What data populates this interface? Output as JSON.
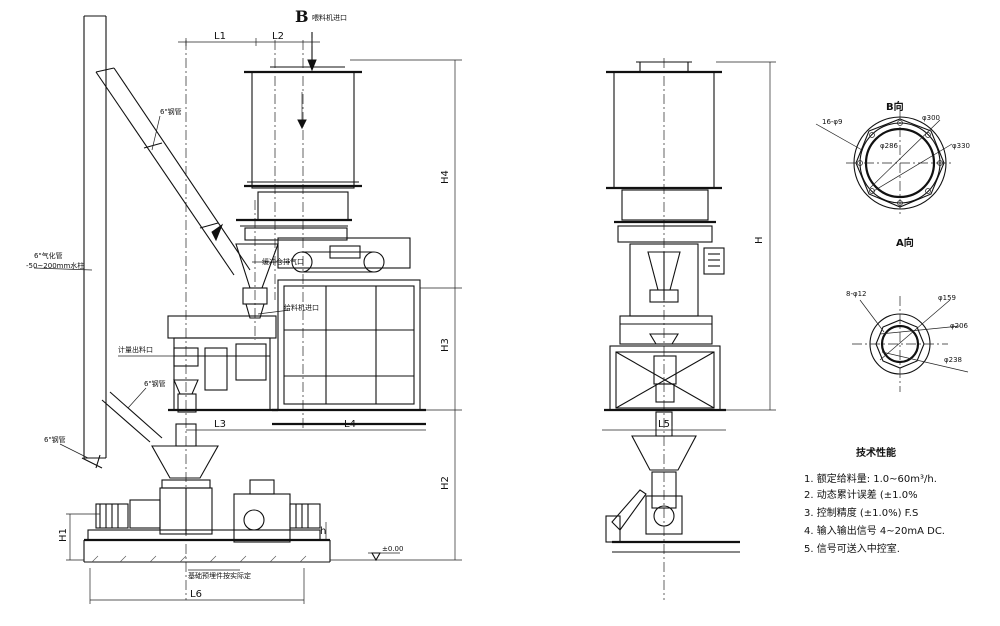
{
  "view_b_feed_label": "B",
  "view_b_feed_text": "喂料机进口",
  "dims": {
    "L1": "L1",
    "L2": "L2",
    "L3": "L3",
    "L4": "L4",
    "L5": "L5",
    "L6": "L6",
    "H": "H",
    "H1": "H1",
    "H2": "H2",
    "H3": "H3",
    "H4": "H4",
    "h": "h"
  },
  "callouts": {
    "pipe_upper": "6\"钢管",
    "pipe_main": "6\"气化管",
    "pipe_main_range": "-50~200mm水柱",
    "feeder_inlet": "给料机进口",
    "metering_outlet": "计量出料口",
    "pipe_lower": "6\"钢管",
    "pipe_bottom": "6\"钢管",
    "base_note": "基础预埋件按实际定",
    "hopper_note": "缓冲仓排气口",
    "ground_level": "±0.00"
  },
  "view_b": {
    "title": "B向",
    "hole_spec": "16-φ9",
    "d1": "φ300",
    "d2": "φ330",
    "d3": "φ286"
  },
  "view_a": {
    "title": "A向",
    "hole_spec": "8-φ12",
    "d1": "φ159",
    "d2": "φ206",
    "d3": "φ238"
  },
  "tech": {
    "title": "技术性能",
    "items": [
      "1. 额定给料量: 1.0~60m³/h.",
      "2. 动态累计误差  (±1.0%",
      "3. 控制精度 (±1.0%) F.S",
      "4. 输入输出信号 4~20mA DC.",
      "5. 信号可送入中控室."
    ]
  }
}
